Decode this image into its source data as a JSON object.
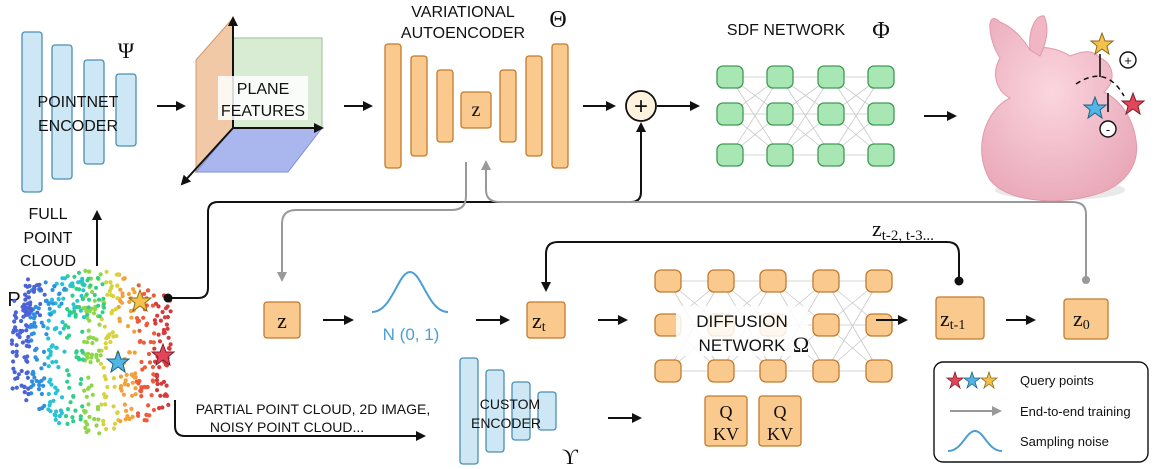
{
  "labels": {
    "pointnet_line1": "POINTNET",
    "pointnet_line2": "ENCODER",
    "psi": "Ψ",
    "plane_line1": "PLANE",
    "plane_line2": "FEATURES",
    "vae_line1": "VARIATIONAL",
    "vae_line2": "AUTOENCODER",
    "theta": "Θ",
    "z_latent": "z",
    "plus": "+",
    "sdf_title": "SDF NETWORK",
    "phi": "Φ",
    "full_line1": "FULL",
    "full_line2": "POINT",
    "full_line3": "CLOUD",
    "p_label": "P",
    "z_node": "z",
    "noise_label": "N (0, 1)",
    "zt_main": "z",
    "zt_sub": "t",
    "diffusion_line1": "DIFFUSION",
    "diffusion_line2": "NETWORK",
    "omega": "Ω",
    "zt1_main": "z",
    "zt1_sub": "t-1",
    "z0_main": "z",
    "z0_sub": "0",
    "loop_main": "z",
    "loop_sub": "t-2, t-3...",
    "qkv_q": "Q",
    "qkv_kv": "KV",
    "partial_line1": "PARTIAL POINT CLOUD, 2D IMAGE,",
    "partial_line2": "NOISY POINT CLOUD...",
    "custom_line1": "CUSTOM",
    "custom_line2": "ENCODER",
    "upsilon": "ϒ",
    "sign_plus": "+",
    "sign_minus": "-"
  },
  "legend": {
    "query_points": "Query points",
    "end_to_end": "End-to-end training",
    "sampling_noise": "Sampling noise"
  },
  "colors": {
    "encoder_blue": "#cde8f4",
    "latent_orange": "#f9c98e",
    "sdf_green": "#a8e6b4",
    "bunny_pink": "#f3b8c6",
    "noise_blue": "#4a9fd6",
    "training_gray": "#999999",
    "star_yellow": "#f5c14a",
    "star_cyan": "#4fb6e6",
    "star_red": "#e5455a"
  }
}
